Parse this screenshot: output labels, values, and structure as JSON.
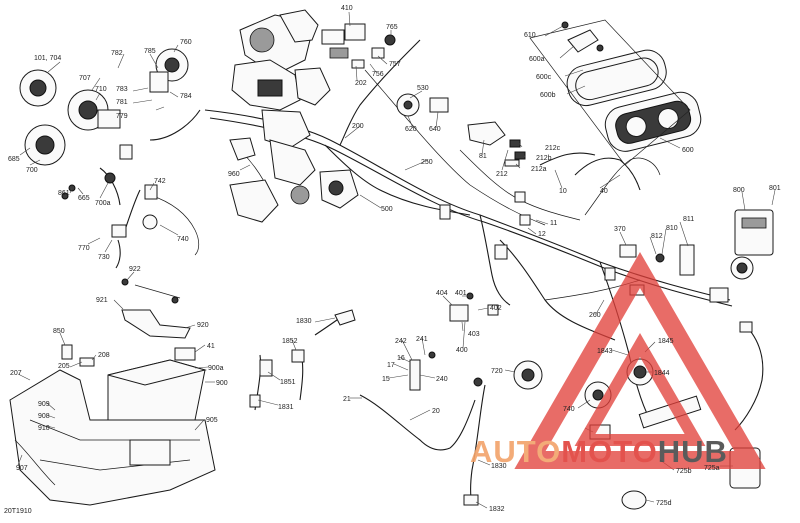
{
  "diagram_id": "20T1910",
  "watermark": {
    "a": "AUTO",
    "b": "MOTO",
    "c": "HUB",
    "color_red": "#e0403a",
    "color_orange": "#f2a36a",
    "color_gray": "#4a4a4a"
  },
  "labels": {
    "l410": "410",
    "l765": "765",
    "l610": "610",
    "l760": "760",
    "l101": "101, 704",
    "l782": "782",
    "l785": "785",
    "l707": "707",
    "l710": "710",
    "l783": "783",
    "l781": "781",
    "l779": "779",
    "l784": "784",
    "l757": "757",
    "l756": "756",
    "l202": "202",
    "l530": "530",
    "l600a": "600a",
    "l600c": "600c",
    "l600b": "600b",
    "l620": "620",
    "l640": "640",
    "l200": "200",
    "l212c": "212c",
    "l212b": "212b",
    "l212a": "212a",
    "l212": "212",
    "l81": "81",
    "l600": "600",
    "l250": "250",
    "l685": "685",
    "l700": "700",
    "l960": "960",
    "l742": "742",
    "l861": "861",
    "l665": "665",
    "l700a": "700a",
    "l770": "770",
    "l730": "730",
    "l740": "740",
    "l500": "500",
    "l40": "40",
    "l10": "10",
    "l800": "800",
    "l801": "801",
    "l11": "11",
    "l12": "12",
    "l370": "370",
    "l811": "811",
    "l810": "810",
    "l812": "812",
    "l922": "922",
    "l921": "921",
    "l920": "920",
    "l404": "404",
    "l401": "401",
    "l402": "402",
    "l403": "403",
    "l400": "400",
    "l850": "850",
    "l208": "208",
    "l205": "205",
    "l41": "41",
    "l900a": "900a",
    "l900": "900",
    "l1830a": "1830",
    "l1852": "1852",
    "l1851": "1851",
    "l1831": "1831",
    "l242": "242",
    "l241": "241",
    "l16": "16",
    "l17": "17",
    "l15": "15",
    "l240": "240",
    "l21": "21",
    "l20": "20",
    "l1830b": "1830",
    "l1832": "1832",
    "l720": "720",
    "l260": "260",
    "l1843": "1843",
    "l1845": "1845",
    "l1844": "1844",
    "l740b": "740",
    "l207": "207",
    "l909": "909",
    "l908": "908",
    "l910": "910",
    "l905": "905",
    "l907": "907",
    "l725b": "725b",
    "l725a": "725a",
    "l725d": "725d"
  }
}
